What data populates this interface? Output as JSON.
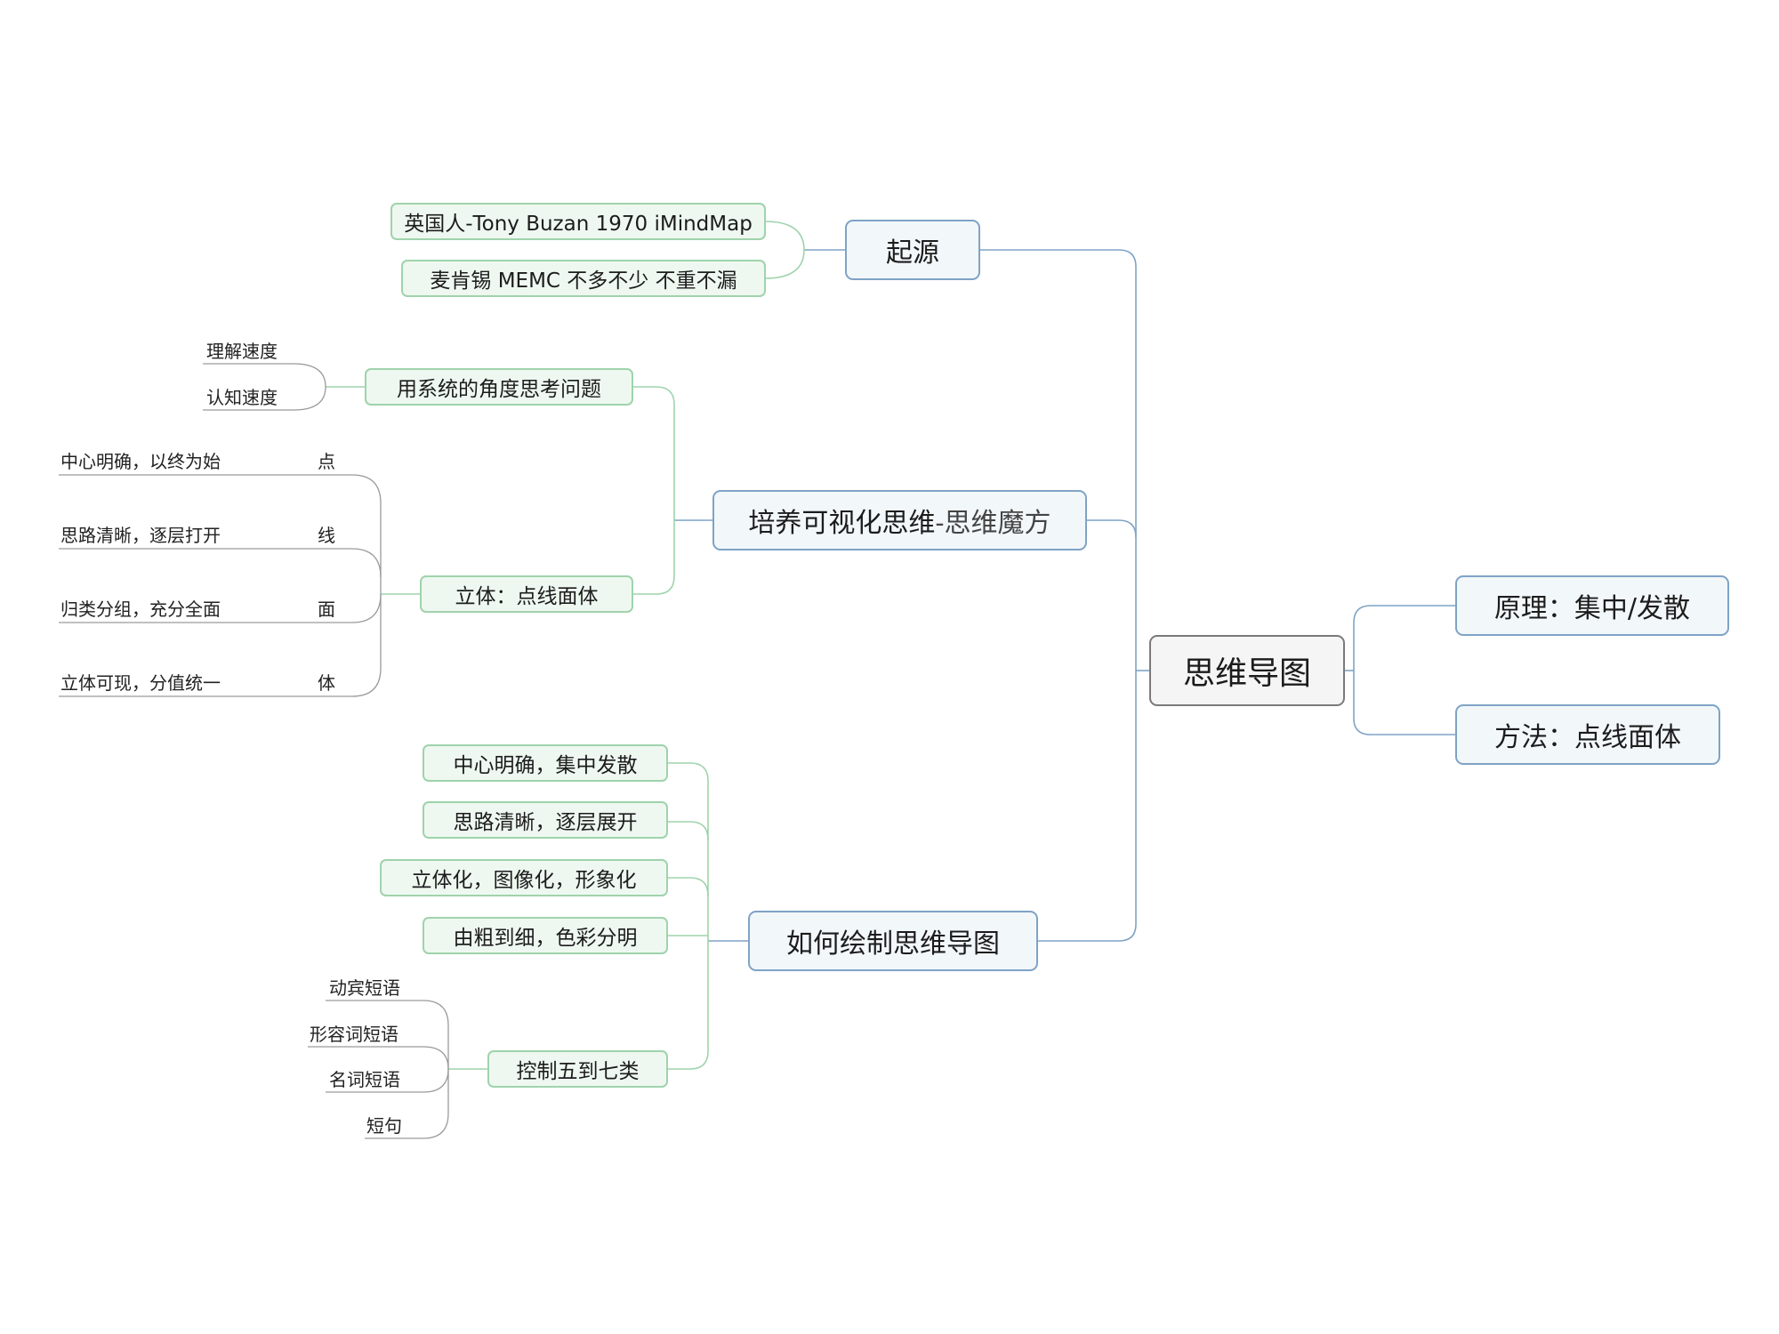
{
  "mindmap": {
    "root": "思维导图",
    "right": [
      {
        "label": "原理：集中/发散"
      },
      {
        "label": "方法：点线面体"
      }
    ],
    "origin": {
      "label": "起源",
      "children": [
        "英国人-Tony Buzan 1970 iMindMap",
        "麦肯锡 MEMC 不多不少 不重不漏"
      ]
    },
    "visual": {
      "label": "培养可视化思维",
      "suffix": "-思维魔方",
      "system": {
        "label": "用系统的角度思考问题",
        "children": [
          "理解速度",
          "认知速度"
        ]
      },
      "solid": {
        "label": "立体：点线面体",
        "children": [
          {
            "text": "中心明确，以终为始",
            "tag": "点"
          },
          {
            "text": "思路清晰，逐层打开",
            "tag": "线"
          },
          {
            "text": "归类分组，充分全面",
            "tag": "面"
          },
          {
            "text": "立体可现，分值统一",
            "tag": "体"
          }
        ]
      }
    },
    "draw": {
      "label": "如何绘制思维导图",
      "children": [
        "中心明确，集中发散",
        "思路清晰，逐层展开",
        "立体化，图像化，形象化",
        "由粗到细，色彩分明"
      ],
      "control": {
        "label": "控制五到七类",
        "children": [
          "动宾短语",
          "形容词短语",
          "名词短语",
          "短句"
        ]
      }
    }
  },
  "colors": {
    "main_branch": "#7fa3c6",
    "sub_branch": "#9fd3ac",
    "leaf_branch": "#9a9a9a",
    "root_border": "#7a7a7a"
  }
}
